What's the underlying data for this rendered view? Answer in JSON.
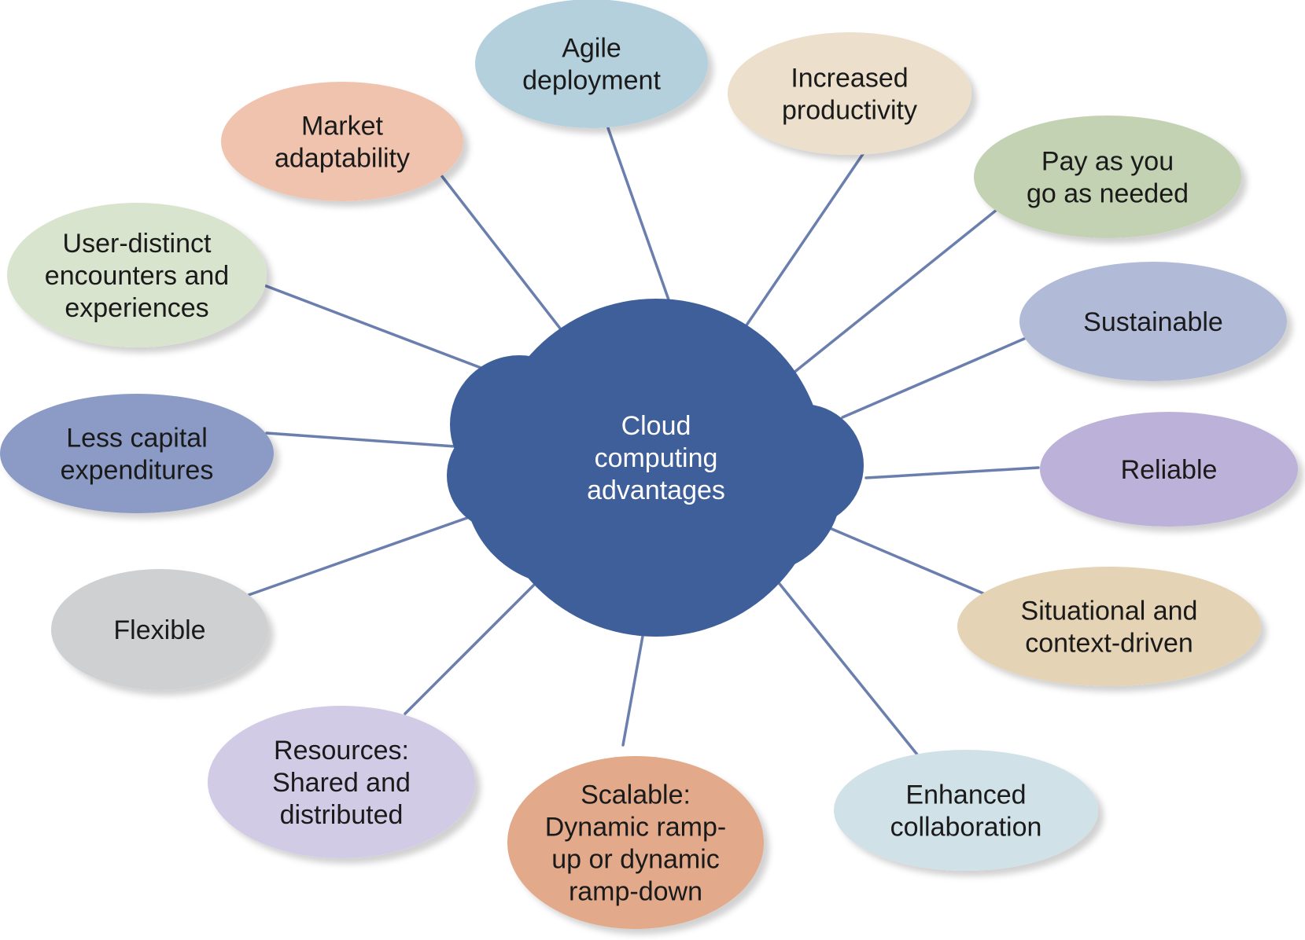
{
  "center": {
    "lines": [
      "Cloud",
      "computing",
      "advantages"
    ],
    "color": "#3f5f9a"
  },
  "connector_color": "#6b7fae",
  "nodes": [
    {
      "id": "agile-deployment",
      "lines": [
        "Agile",
        "deployment"
      ],
      "color": "#b4d0dc"
    },
    {
      "id": "increased-productivity",
      "lines": [
        "Increased",
        "productivity"
      ],
      "color": "#ece0cc"
    },
    {
      "id": "pay-as-you-go",
      "lines": [
        "Pay as you",
        "go as needed"
      ],
      "color": "#c3d2b3"
    },
    {
      "id": "sustainable",
      "lines": [
        "Sustainable"
      ],
      "color": "#b1bbd8"
    },
    {
      "id": "reliable",
      "lines": [
        "Reliable"
      ],
      "color": "#bcb1d8"
    },
    {
      "id": "situational",
      "lines": [
        "Situational and",
        "context-driven"
      ],
      "color": "#e4d3b4"
    },
    {
      "id": "enhanced-collaboration",
      "lines": [
        "Enhanced",
        "collaboration"
      ],
      "color": "#d0e1e8"
    },
    {
      "id": "scalable",
      "lines": [
        "Scalable:",
        "Dynamic ramp-",
        "up or dynamic",
        "ramp-down"
      ],
      "color": "#e2a98a"
    },
    {
      "id": "resources",
      "lines": [
        "Resources:",
        "Shared and",
        "distributed"
      ],
      "color": "#d1cbe6"
    },
    {
      "id": "flexible",
      "lines": [
        "Flexible"
      ],
      "color": "#cfd0d2"
    },
    {
      "id": "less-capital",
      "lines": [
        "Less capital",
        "expenditures"
      ],
      "color": "#8b9bc6"
    },
    {
      "id": "user-distinct",
      "lines": [
        "User-distinct",
        "encounters and",
        "experiences"
      ],
      "color": "#d9e4cf"
    },
    {
      "id": "market-adaptability",
      "lines": [
        "Market",
        "adaptability"
      ],
      "color": "#efc3ad"
    }
  ]
}
